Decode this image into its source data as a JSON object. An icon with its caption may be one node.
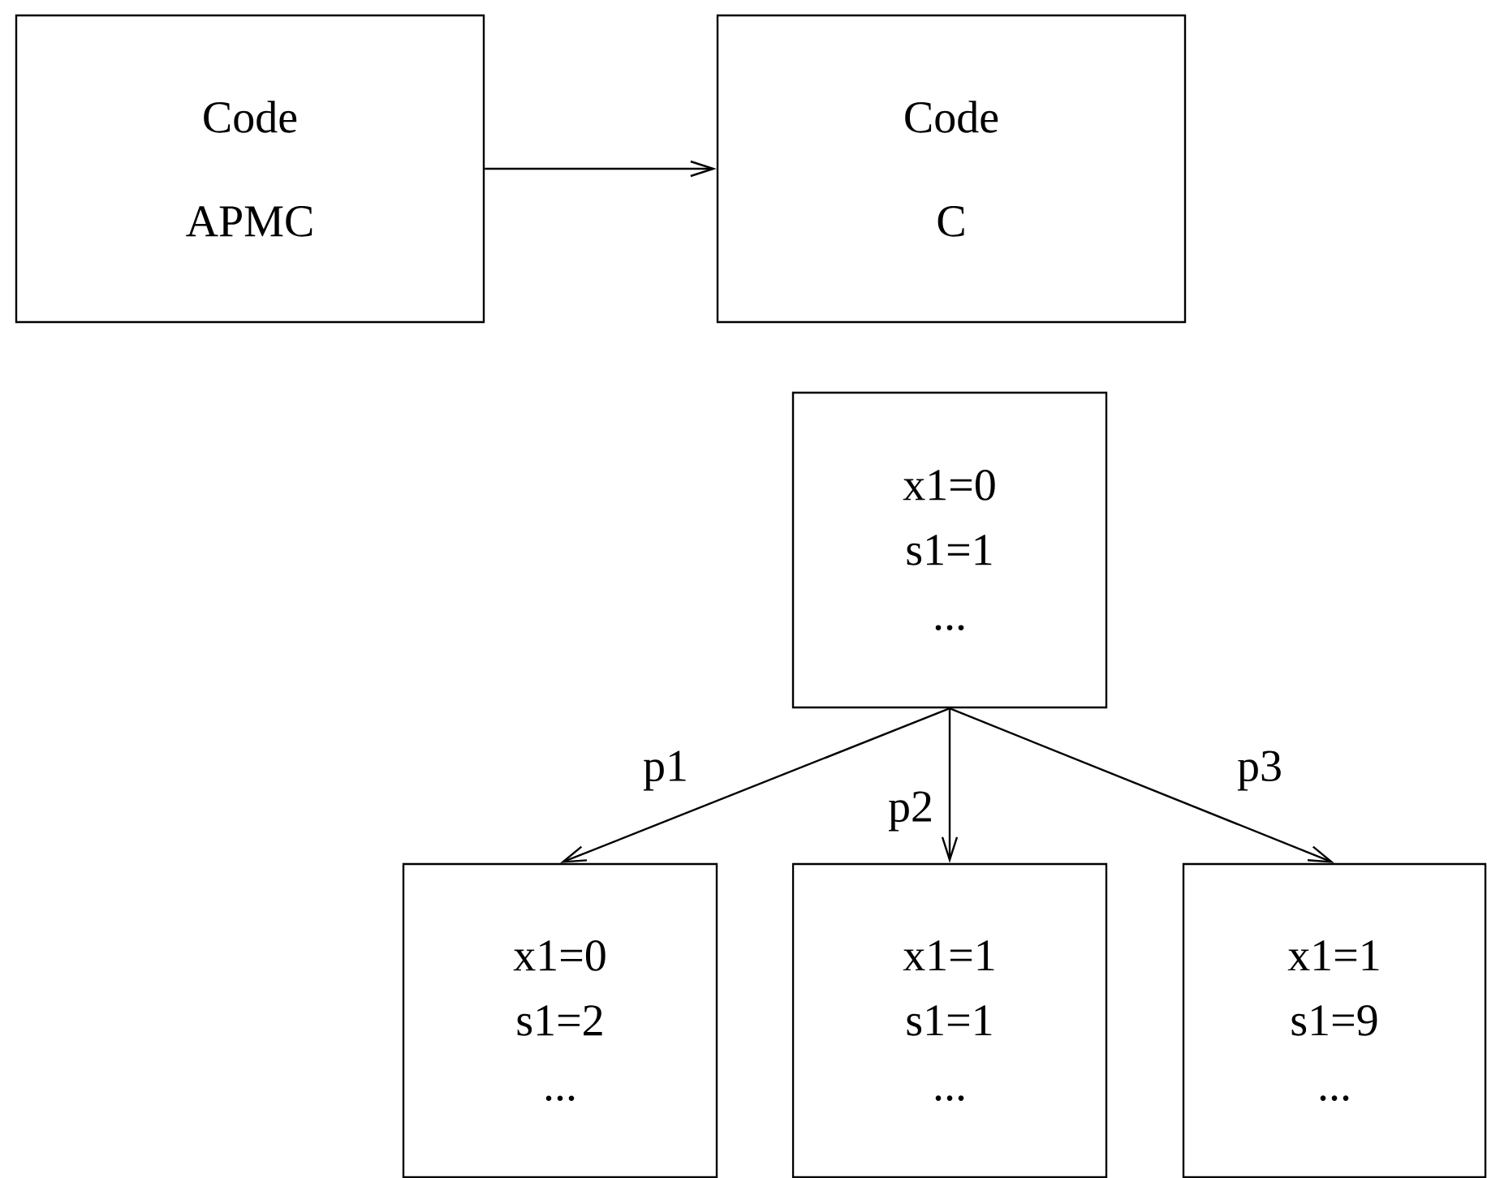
{
  "diagram": {
    "nodes": [
      {
        "text": [
          "Code",
          "APMC"
        ]
      },
      {
        "text": [
          "Code",
          "C"
        ]
      },
      {
        "text": [
          "x1=0",
          "s1=1",
          "..."
        ]
      },
      {
        "text": [
          "x1=0",
          "s1=2",
          "..."
        ]
      },
      {
        "text": [
          "x1=1",
          "s1=1",
          "..."
        ]
      },
      {
        "text": [
          "x1=1",
          "s1=9",
          "..."
        ]
      }
    ],
    "edges": [
      {
        "from": 0,
        "to": 1,
        "arrow": "to"
      },
      {
        "from": 2,
        "to": 3,
        "arrow": "to",
        "label": "p1"
      },
      {
        "from": 2,
        "to": 4,
        "arrow": "to",
        "label": "p2"
      },
      {
        "from": 2,
        "to": 5,
        "arrow": "to",
        "label": "p3"
      }
    ]
  }
}
